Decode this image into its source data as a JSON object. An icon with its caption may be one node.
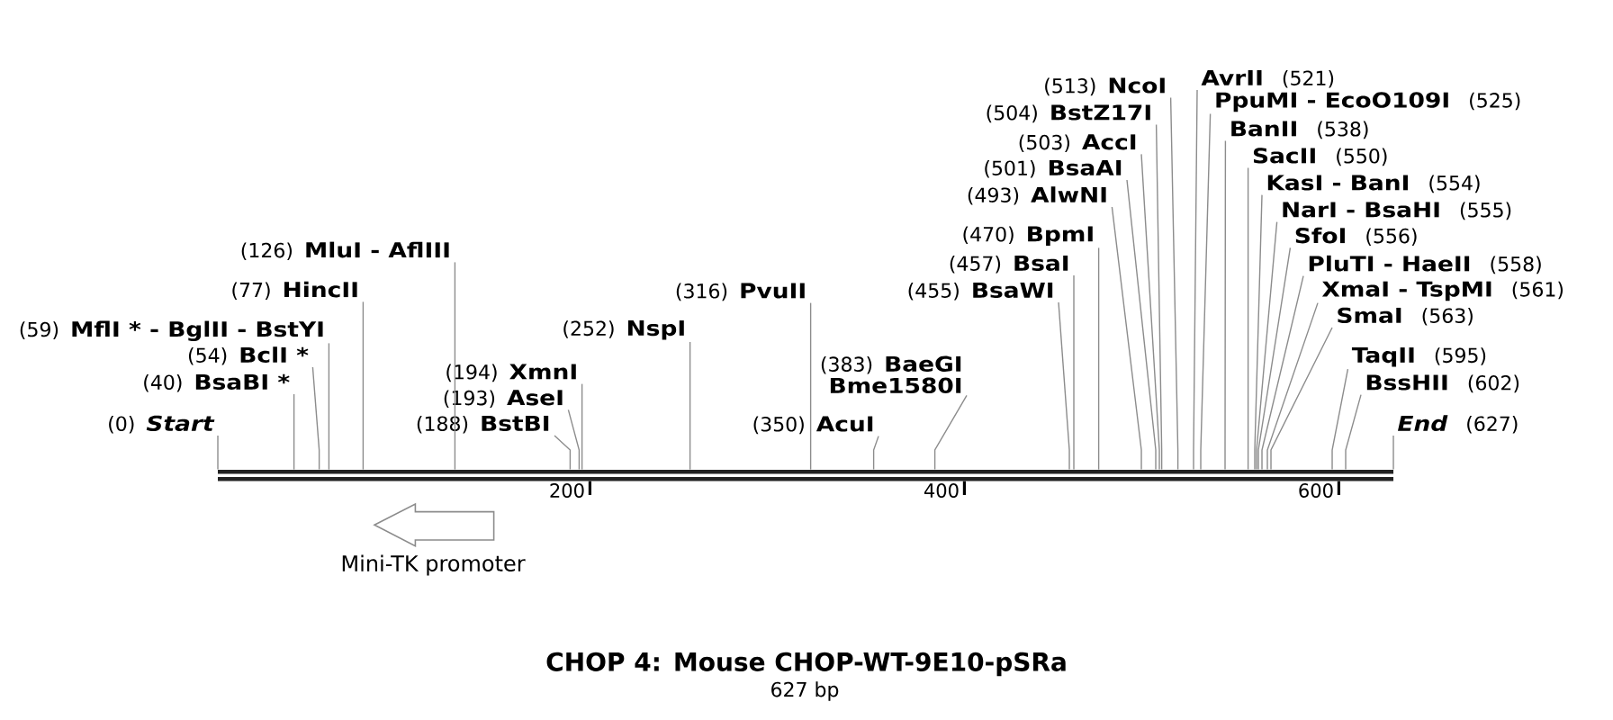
{
  "diagram": {
    "title": "CHOP 4: Mouse CHOP-WT-9E10-pSRa",
    "caption": "627 bp",
    "nodes": [
      {
        "text": [],
        "shape": "bar"
      },
      {
        "text": [
          "(0)",
          "Start"
        ]
      },
      {
        "text": [
          "(40)",
          "BsaBI *"
        ]
      },
      {
        "text": [
          "(54)",
          "BclI *"
        ]
      },
      {
        "text": [
          "(59)",
          "MflI * - BglII - BstYI"
        ]
      },
      {
        "text": [
          "(77)",
          "HincII"
        ]
      },
      {
        "text": [
          "(126)",
          "MluI - AflIII"
        ]
      },
      {
        "text": [
          "(188)",
          "BstBI"
        ]
      },
      {
        "text": [
          "(193)",
          "AseI"
        ]
      },
      {
        "text": [
          "(194)",
          "XmnI"
        ]
      },
      {
        "text": [
          "(252)",
          "NspI"
        ]
      },
      {
        "text": [
          "(316)",
          "PvuII"
        ]
      },
      {
        "text": [
          "(350)",
          "AcuI"
        ]
      },
      {
        "text": [
          "(383)",
          "BaeGI Bme1580I"
        ]
      },
      {
        "text": [
          "(455)",
          "BsaWI"
        ]
      },
      {
        "text": [
          "(457)",
          "BsaI"
        ]
      },
      {
        "text": [
          "(470)",
          "BpmI"
        ]
      },
      {
        "text": [
          "(493)",
          "AlwNI"
        ]
      },
      {
        "text": [
          "(501)",
          "BsaAI"
        ]
      },
      {
        "text": [
          "(503)",
          "AccI"
        ]
      },
      {
        "text": [
          "(504)",
          "BstZ17I"
        ]
      },
      {
        "text": [
          "(513)",
          "NcoI"
        ]
      },
      {
        "text": [
          "AvrII",
          "(521)"
        ]
      },
      {
        "text": [
          "PpuMI - EcoO109I",
          "(525)"
        ]
      },
      {
        "text": [
          "BanII",
          "(538)"
        ]
      },
      {
        "text": [
          "SacII",
          "(550)"
        ]
      },
      {
        "text": [
          "KasI - BanI",
          "(554)"
        ]
      },
      {
        "text": [
          "NarI - BsaHI",
          "(555)"
        ]
      },
      {
        "text": [
          "SfoI",
          "(556)"
        ]
      },
      {
        "text": [
          "PluTI - HaeII",
          "(558)"
        ]
      },
      {
        "text": [
          "XmaI - TspMI",
          "(561)"
        ]
      },
      {
        "text": [
          "SmaI",
          "(563)"
        ]
      },
      {
        "text": [
          "TaqII",
          "(595)"
        ]
      },
      {
        "text": [
          "BssHII",
          "(602)"
        ]
      },
      {
        "text": [
          "End",
          "(627)"
        ]
      },
      {
        "text": [
          "Mini-TK promoter"
        ]
      }
    ],
    "edges": [
      {
        "from": 1,
        "to": 0,
        "arrow": "none"
      },
      {
        "from": 2,
        "to": 0,
        "arrow": "none"
      },
      {
        "from": 3,
        "to": 0,
        "arrow": "none"
      },
      {
        "from": 4,
        "to": 0,
        "arrow": "none"
      },
      {
        "from": 5,
        "to": 0,
        "arrow": "none"
      },
      {
        "from": 6,
        "to": 0,
        "arrow": "none"
      },
      {
        "from": 7,
        "to": 0,
        "arrow": "none"
      },
      {
        "from": 8,
        "to": 0,
        "arrow": "none"
      },
      {
        "from": 9,
        "to": 0,
        "arrow": "none"
      },
      {
        "from": 10,
        "to": 0,
        "arrow": "none"
      },
      {
        "from": 11,
        "to": 0,
        "arrow": "none"
      },
      {
        "from": 12,
        "to": 0,
        "arrow": "none"
      },
      {
        "from": 13,
        "to": 0,
        "arrow": "none"
      },
      {
        "from": 14,
        "to": 0,
        "arrow": "none"
      },
      {
        "from": 15,
        "to": 0,
        "arrow": "none"
      },
      {
        "from": 16,
        "to": 0,
        "arrow": "none"
      },
      {
        "from": 17,
        "to": 0,
        "arrow": "none"
      },
      {
        "from": 18,
        "to": 0,
        "arrow": "none"
      },
      {
        "from": 19,
        "to": 0,
        "arrow": "none"
      },
      {
        "from": 20,
        "to": 0,
        "arrow": "none"
      },
      {
        "from": 21,
        "to": 0,
        "arrow": "none"
      },
      {
        "from": 22,
        "to": 0,
        "arrow": "none"
      },
      {
        "from": 23,
        "to": 0,
        "arrow": "none"
      },
      {
        "from": 24,
        "to": 0,
        "arrow": "none"
      },
      {
        "from": 25,
        "to": 0,
        "arrow": "none"
      },
      {
        "from": 26,
        "to": 0,
        "arrow": "none"
      },
      {
        "from": 27,
        "to": 0,
        "arrow": "none"
      },
      {
        "from": 28,
        "to": 0,
        "arrow": "none"
      },
      {
        "from": 29,
        "to": 0,
        "arrow": "none"
      },
      {
        "from": 30,
        "to": 0,
        "arrow": "none"
      },
      {
        "from": 31,
        "to": 0,
        "arrow": "none"
      },
      {
        "from": 32,
        "to": 0,
        "arrow": "none"
      },
      {
        "from": 33,
        "to": 0,
        "arrow": "none"
      },
      {
        "from": 34,
        "to": 0,
        "arrow": "none"
      }
    ],
    "labels": [
      "200",
      "400",
      "600"
    ]
  }
}
